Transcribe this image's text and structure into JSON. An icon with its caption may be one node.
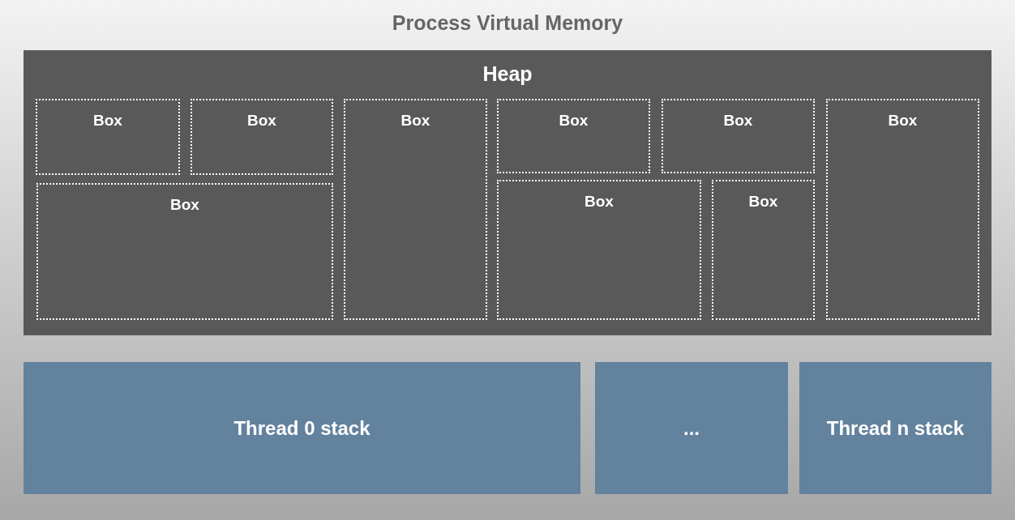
{
  "diagram": {
    "title": "Process Virtual Memory",
    "nodes": [
      {
        "text": [
          "Heap"
        ]
      },
      {
        "text": [
          "Box"
        ],
        "in": 0
      },
      {
        "text": [
          "Box"
        ],
        "in": 0
      },
      {
        "text": [
          "Box"
        ],
        "in": 0
      },
      {
        "text": [
          "Box"
        ],
        "in": 0
      },
      {
        "text": [
          "Box"
        ],
        "in": 0
      },
      {
        "text": [
          "Box"
        ],
        "in": 0
      },
      {
        "text": [
          "Box"
        ],
        "in": 0
      },
      {
        "text": [
          "Box"
        ],
        "in": 0
      },
      {
        "text": [
          "Box"
        ],
        "in": 0
      },
      {
        "text": [
          "Thread 0 stack"
        ]
      },
      {
        "text": [
          "..."
        ]
      },
      {
        "text": [
          "Thread n stack"
        ]
      }
    ]
  }
}
